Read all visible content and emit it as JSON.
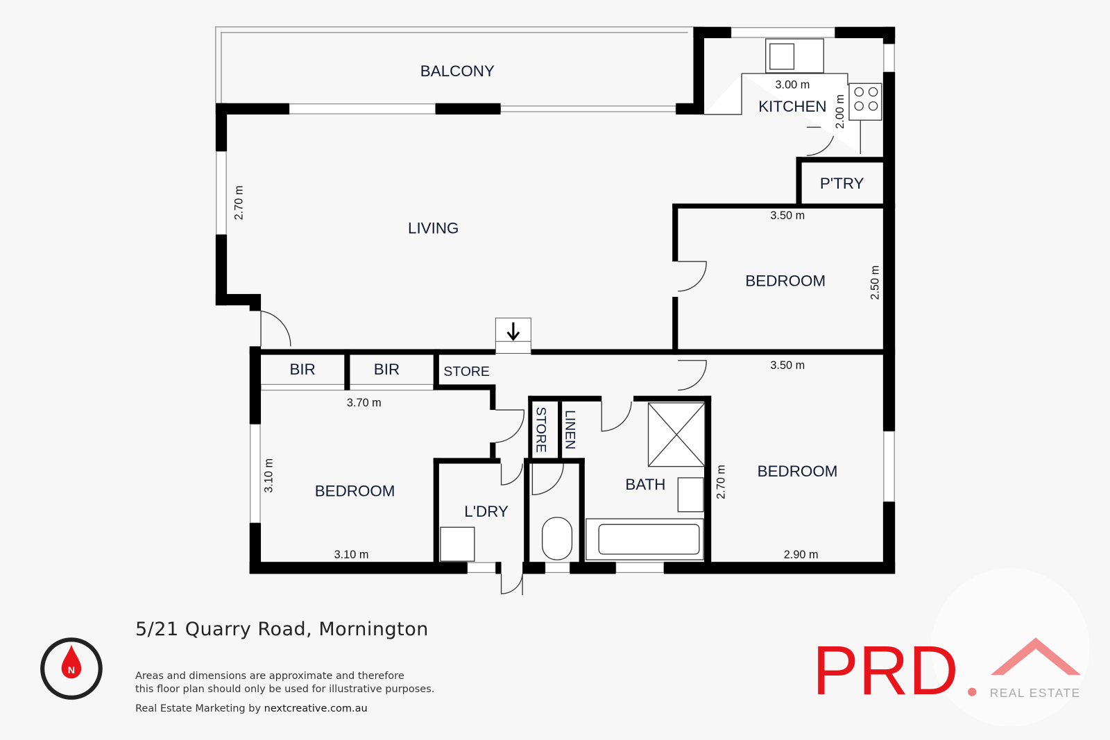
{
  "rooms": {
    "balcony": "BALCONY",
    "kitchen": "KITCHEN",
    "pantry": "P'TRY",
    "living": "LIVING",
    "bedroom_2": "BEDROOM",
    "bedroom_3": "BEDROOM",
    "bedroom_1": "BEDROOM",
    "bir_1": "BIR",
    "bir_2": "BIR",
    "store_1": "STORE",
    "store_2": "STORE",
    "linen": "LINEN",
    "bath": "BATH",
    "laundry": "L'DRY"
  },
  "dimensions": {
    "kitchen_w": "3.00 m",
    "kitchen_h": "2.00 m",
    "living_h": "2.70 m",
    "bedroom_2_w": "3.50 m",
    "bedroom_2_h": "2.50 m",
    "bedroom_3_w_top": "3.50 m",
    "bedroom_3_h": "2.70 m",
    "bedroom_3_w_bottom": "2.90 m",
    "bedroom_1_w_top": "3.70 m",
    "bedroom_1_h": "3.10 m",
    "bedroom_1_w_bottom": "3.10 m"
  },
  "footer": {
    "address": "5/21 Quarry Road, Mornington",
    "disclaimer_line1": "Areas and dimensions are approximate and therefore",
    "disclaimer_line2": "this floor plan should only be used for illustrative purposes.",
    "marketing_prefix": "Real Estate Marketing by",
    "marketing_link": "nextcreative.com.au"
  },
  "compass": {
    "label": "N",
    "icon": "north-compass-icon"
  },
  "logo": {
    "text": "PRD",
    "tagline": "REAL ESTATE",
    "brand_color": "#e8141b"
  },
  "colors": {
    "wall": "#000000",
    "background": "#f7f7f7",
    "text": "#111a33"
  }
}
